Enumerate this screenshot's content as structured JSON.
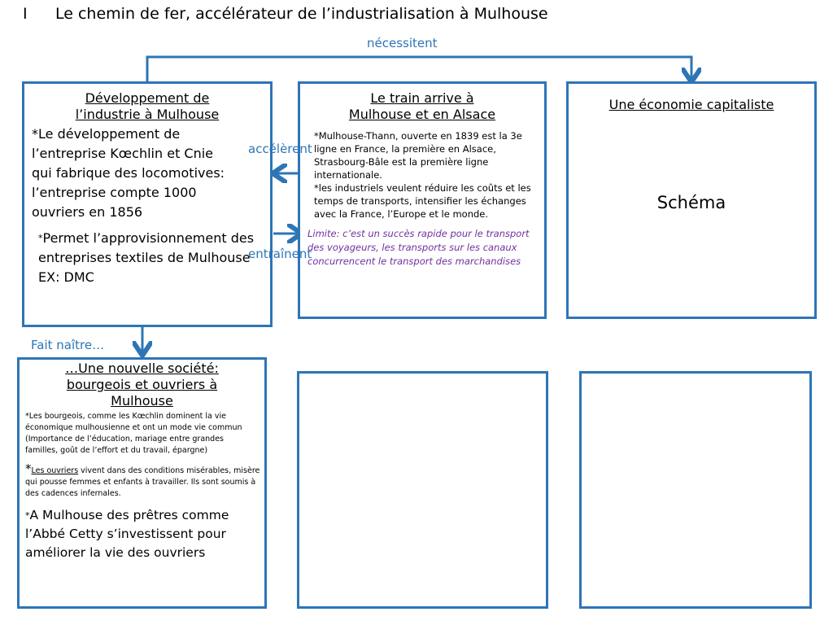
{
  "title": {
    "number": "I",
    "text": "Le chemin de fer, accélérateur de l’industrialisation à Mulhouse"
  },
  "labels": {
    "necessitent": "nécessitent",
    "accelerent": "accélèrent",
    "entrainent": "entraînent",
    "fait_naitre": "Fait naître…"
  },
  "box_industrie": {
    "heading_line1": "Développement de",
    "heading_line2": "l’industrie à Mulhouse",
    "text1": "*Le développement de l’entreprise Kœchlin et Cnie qui fabrique des locomotives: l’entreprise compte 1000 ouvriers en 1856",
    "text2_star": "*",
    "text2": "Permet l’approvisionnement des entreprises textiles de Mulhouse",
    "text3": "EX: DMC"
  },
  "box_train": {
    "heading_line1": "Le train arrive à",
    "heading_line2": "Mulhouse et en Alsace",
    "text1": "*Mulhouse-Thann, ouverte en 1839 est la 3e ligne en France, la première en Alsace, Strasbourg-Bâle est la première ligne internationale.",
    "text2": "*les industriels veulent réduire les coûts et les temps de transports, intensifier les échanges avec la France, l’Europe et le monde.",
    "limite": "Limite: c’est un succès rapide pour le transport des voyageurs, les transports sur les canaux concurrencent le transport des marchandises"
  },
  "box_economie": {
    "heading": "Une économie capitaliste",
    "schema": "Schéma"
  },
  "box_societe": {
    "heading_line1": "…Une nouvelle société:",
    "heading_line2": "bourgeois et ouvriers à",
    "heading_line3": "Mulhouse",
    "text1": "*Les bourgeois, comme les Kœchlin dominent la vie économique mulhousienne et ont un mode vie commun  (Importance de l’éducation, mariage entre grandes familles, goût de l’effort et du travail, épargne)",
    "text2_star": "*",
    "text2_underlined": "Les ouvriers",
    "text2_rest": " vivent dans des conditions misérables, misère qui pousse femmes et enfants à travailler. Ils sont soumis à des cadences infernales.",
    "text3_star": "*",
    "text3": "A Mulhouse des prêtres comme l’Abbé Cetty s’investissent pour  améliorer la vie des ouvriers"
  },
  "colors": {
    "border": "#2e75b6",
    "label": "#2e75b6",
    "limite": "#7030a0"
  }
}
